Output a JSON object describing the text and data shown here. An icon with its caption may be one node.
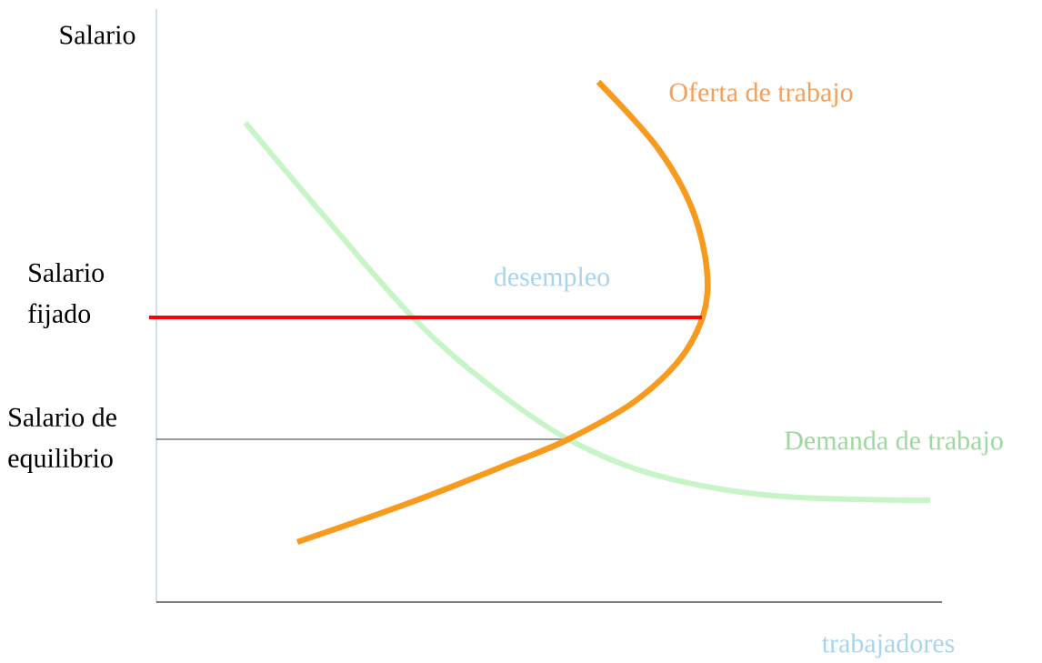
{
  "diagram": {
    "labels": [
      "Salario",
      "Oferta de trabajo",
      "Salario fijado",
      "desempleo",
      "Salario de equilibrio",
      "Demanda de trabajo",
      "trabajadores"
    ]
  }
}
